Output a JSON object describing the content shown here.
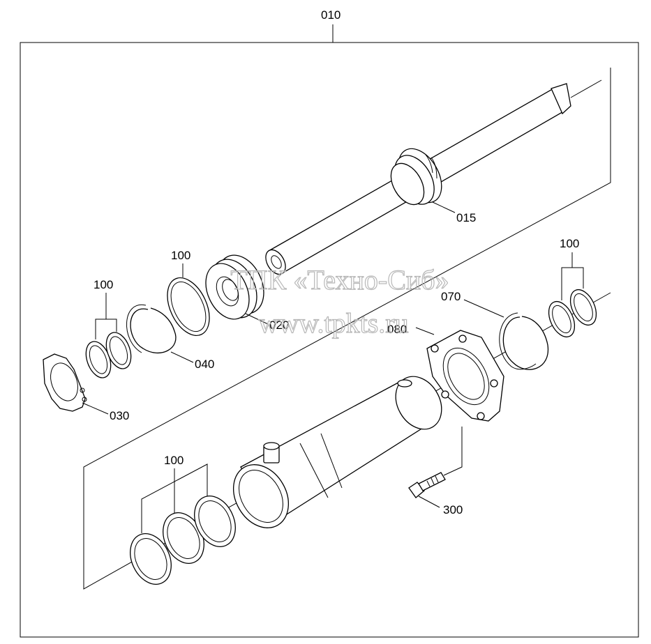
{
  "callouts": {
    "assembly": "010",
    "rod": "015",
    "piston": "020",
    "nut": "030",
    "ring_040": "040",
    "ring_070": "070",
    "flange": "080",
    "bolt": "300",
    "seal_kit_a": "100",
    "seal_kit_b": "100",
    "seal_kit_c": "100",
    "seal_kit_d": "100"
  },
  "watermark": {
    "line1": "ТПК «Техно-Сиб»",
    "line2": "www.tpkts.ru"
  }
}
